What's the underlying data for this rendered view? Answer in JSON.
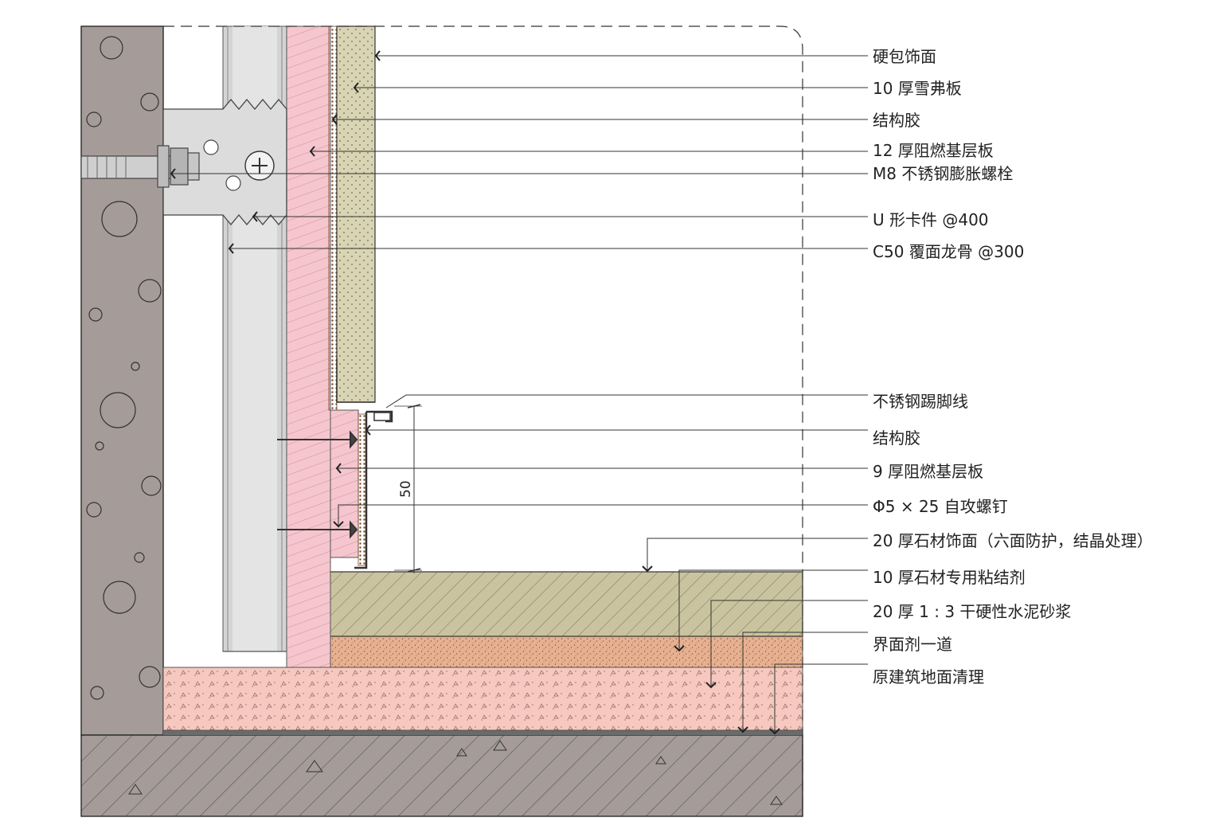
{
  "labels": {
    "l1": "硬包饰面",
    "l2": "10 厚雪弗板",
    "l3": "结构胶",
    "l4": "12 厚阻燃基层板",
    "l5": "M8 不锈钢膨胀螺栓",
    "l6": "U 形卡件 @400",
    "l7": "C50 覆面龙骨 @300",
    "l8": "不锈钢踢脚线",
    "l9": "结构胶",
    "l10": "9 厚阻燃基层板",
    "l11": "Φ5 × 25 自攻螺钉",
    "l12": "20 厚石材饰面（六面防护，结晶处理）",
    "l13": "10 厚石材专用粘结剂",
    "l14": "20 厚 1 : 3 干硬性水泥砂浆",
    "l15": "界面剂一道",
    "l16": "原建筑地面清理"
  },
  "dimension": {
    "value": "50"
  },
  "colors": {
    "concrete": "#a59c99",
    "pink_board": "#f5c6cd",
    "fabric_panel": "#d9d4b3",
    "stone": "#c9c39f",
    "mortar": "#e7b191",
    "screed": "#f6c8bf",
    "steel": "#d6d6d6",
    "leader": "#333333"
  }
}
